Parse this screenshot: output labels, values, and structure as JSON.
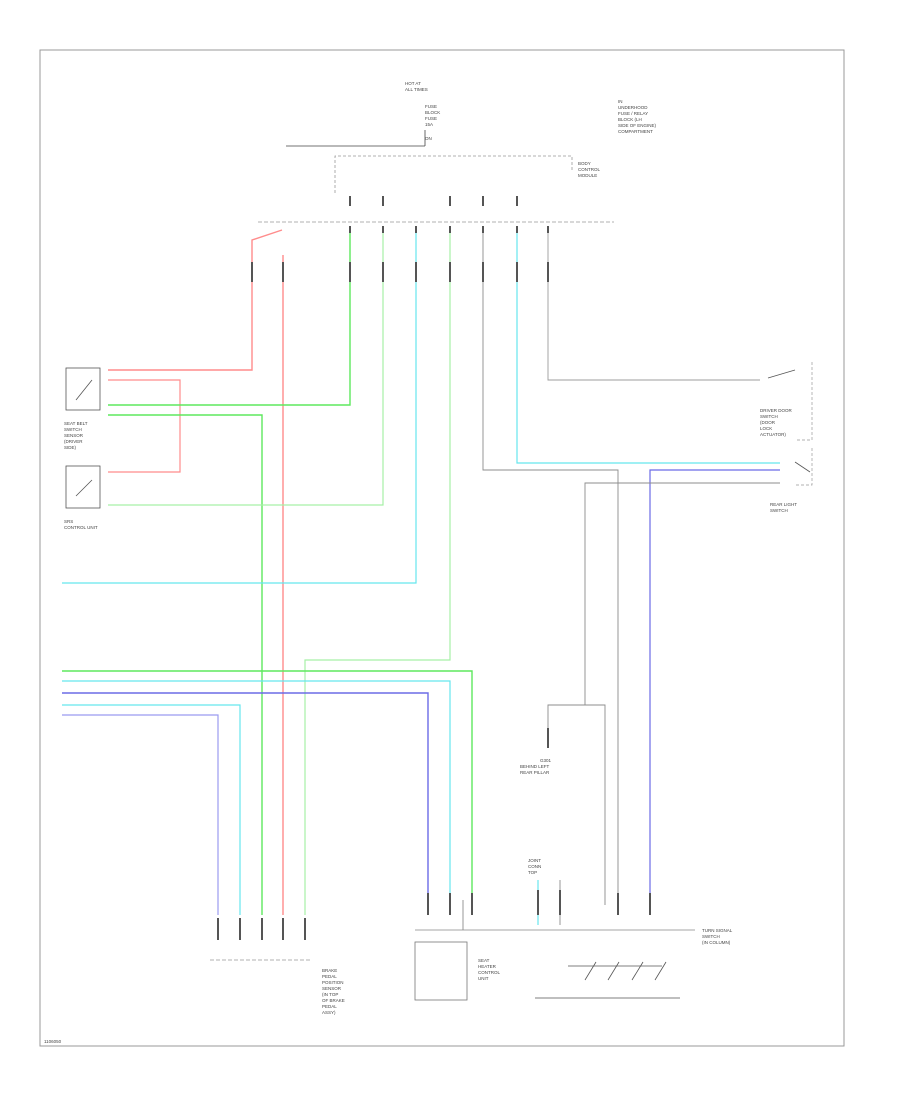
{
  "wire_colors": {
    "red": "#ff8c8c",
    "green": "#5ee85e",
    "light_green": "#a6f0a6",
    "cyan": "#66e6ee",
    "blue": "#6b6be6",
    "gray": "#8c8c8c",
    "black": "#444444"
  },
  "labels": {
    "top_fuse_block": [
      "HOT AT",
      "ALL TIMES"
    ],
    "top_fuse_lines": [
      "FUSE",
      "BLOCK",
      "FUSE",
      "15A",
      "ON"
    ],
    "top_right_note": [
      "IN",
      "UNDERHOOD",
      "FUSE / RELAY",
      "BLOCK (LH",
      "SIDE OF ENGINE)",
      "COMPARTMENT"
    ],
    "upper_connector": [
      "BODY",
      "CONTROL",
      "MODULE"
    ],
    "left_switch": [
      "SEAT BELT",
      "SWITCH",
      "SENSOR",
      "(DRIVER",
      "SIDE)"
    ],
    "left_module": [
      "SRS",
      "CONTROL UNIT"
    ],
    "right_switch_top": [
      "DRIVER DOOR",
      "SWITCH",
      "(DOOR",
      "LOCK",
      "ACTUATOR)"
    ],
    "right_switch_bottom": [
      "REAR LIGHT",
      "SWITCH"
    ],
    "ground_label": [
      "G301",
      "BEHIND LEFT",
      "REAR PILLAR"
    ],
    "bottom_connector_top": [
      "JOINT",
      "CONN",
      "TOP"
    ],
    "bottom_connector": [
      "SEAT",
      "HEATER",
      "CONTROL",
      "UNIT"
    ],
    "bottom_left_module": [
      "BRAKE",
      "PEDAL",
      "POSITION",
      "SENSOR",
      "(IN TOP",
      "OF BRAKE",
      "PEDAL",
      "ASSY)"
    ],
    "bottom_right_module": [
      "TURN SIGNAL",
      "SWITCH",
      "(IN COLUMN)"
    ],
    "footer_code": "1106050"
  }
}
